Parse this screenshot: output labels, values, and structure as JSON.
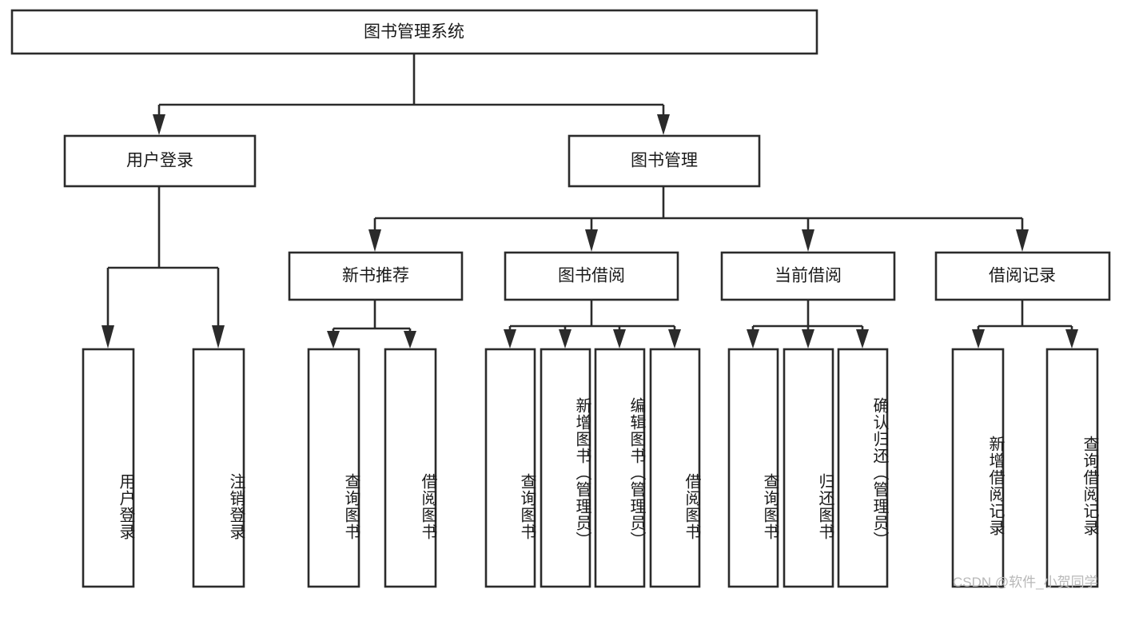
{
  "diagram": {
    "type": "tree",
    "title": "图书管理系统",
    "root": {
      "label": "图书管理系统"
    },
    "level2": [
      {
        "label": "用户登录"
      },
      {
        "label": "图书管理"
      }
    ],
    "level3": [
      {
        "label": "新书推荐"
      },
      {
        "label": "图书借阅"
      },
      {
        "label": "当前借阅"
      },
      {
        "label": "借阅记录"
      }
    ],
    "leaves": {
      "user_login": [
        {
          "label": "用户登录"
        },
        {
          "label": "注销登录"
        }
      ],
      "new_book_recommend": [
        {
          "label": "查询图书"
        },
        {
          "label": "借阅图书"
        }
      ],
      "book_borrow": [
        {
          "label": "查询图书"
        },
        {
          "label": "新增图书（管理员）"
        },
        {
          "label": "编辑图书（管理员）"
        },
        {
          "label": "借阅图书"
        }
      ],
      "current_borrow": [
        {
          "label": "查询图书"
        },
        {
          "label": "归还图书"
        },
        {
          "label": "确认归还（管理员）"
        }
      ],
      "borrow_record": [
        {
          "label": "新增借阅记录"
        },
        {
          "label": "查询借阅记录"
        }
      ]
    },
    "watermark": "CSDN @软件_小贺同学",
    "colors": {
      "stroke": "#2b2b2b",
      "fill": "#ffffff",
      "text": "#1a1a1a",
      "watermark": "#b8b8b8"
    }
  }
}
